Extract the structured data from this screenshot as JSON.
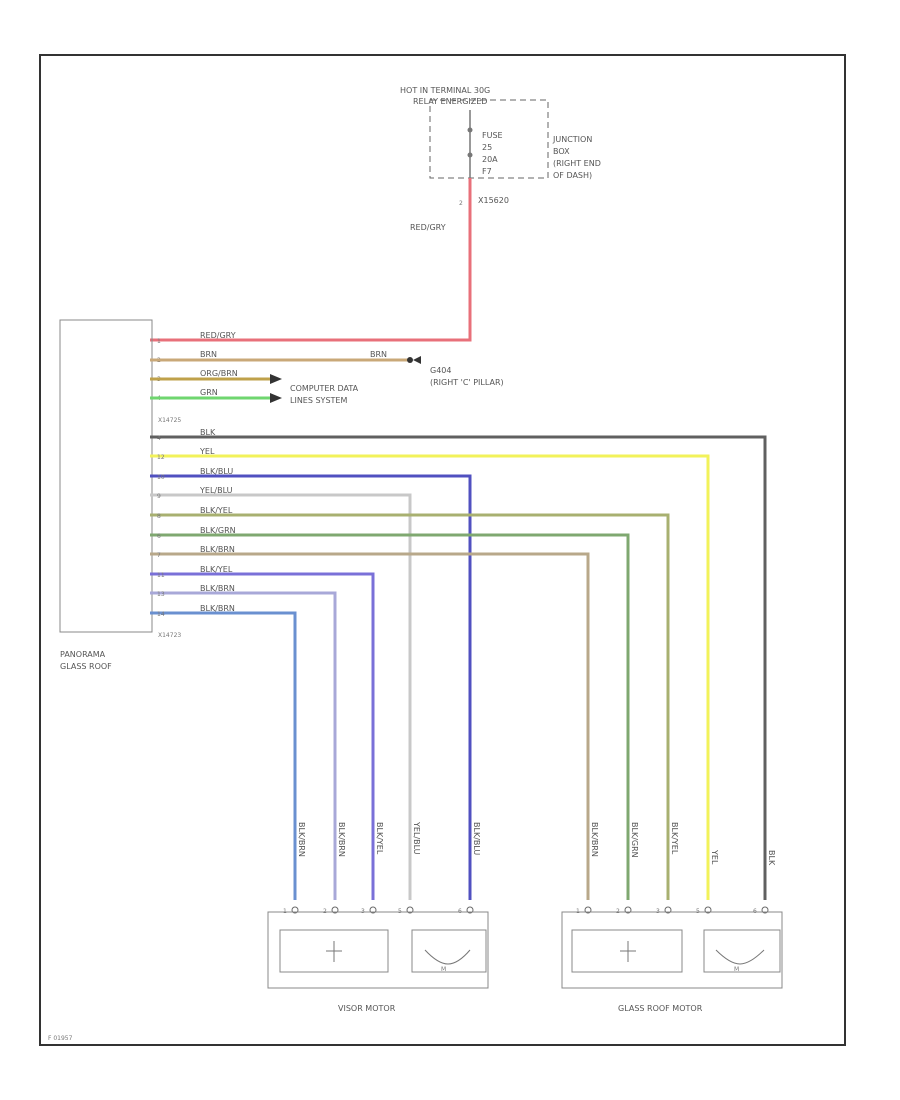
{
  "top": {
    "hot_line1": "HOT IN TERMINAL 30G",
    "hot_line2": "RELAY ENERGIZED",
    "fuse_line1": "FUSE",
    "fuse_line2": "25",
    "fuse_line3": "20A",
    "fuse_line4": "F7",
    "junction_line1": "JUNCTION",
    "junction_line2": "BOX",
    "junction_line3": "(RIGHT END",
    "junction_line4": "OF DASH)",
    "pin_label": "2",
    "connector_label": "X15620",
    "wire_label": "RED/GRY"
  },
  "module": {
    "name_line1": "PANORAMA",
    "name_line2": "GLASS ROOF",
    "conn1": "X14725",
    "conn2": "X14723"
  },
  "upper_wires": [
    {
      "pin": "1",
      "label": "RED/GRY",
      "color": "#e8707a"
    },
    {
      "pin": "2",
      "label": "BRN",
      "color": "#c9a878"
    },
    {
      "pin": "3",
      "label": "ORG/BRN",
      "color": "#bfa14a"
    },
    {
      "pin": "4",
      "label": "GRN",
      "color": "#6fd66f"
    }
  ],
  "ground": {
    "label": "BRN",
    "line1": "G404",
    "line2": "(RIGHT 'C' PILLAR)"
  },
  "can": {
    "line1": "COMPUTER DATA",
    "line2": "LINES SYSTEM"
  },
  "lower_wires": [
    {
      "pin": "4",
      "label": "BLK",
      "color": "#606060"
    },
    {
      "pin": "12",
      "label": "YEL",
      "color": "#f2f25a"
    },
    {
      "pin": "10",
      "label": "BLK/BLU",
      "color": "#5050c0"
    },
    {
      "pin": "9",
      "label": "YEL/BLU",
      "color": "#c8c8c8"
    },
    {
      "pin": "8",
      "label": "BLK/YEL",
      "color": "#a8b070"
    },
    {
      "pin": "6",
      "label": "BLK/GRN",
      "color": "#7fa870"
    },
    {
      "pin": "7",
      "label": "BLK/BRN",
      "color": "#b8a88a"
    },
    {
      "pin": "11",
      "label": "BLK/YEL",
      "color": "#7a70d8"
    },
    {
      "pin": "13",
      "label": "BLK/BRN",
      "color": "#a8a8d8"
    },
    {
      "pin": "14",
      "label": "BLK/BRN",
      "color": "#6a90d0"
    }
  ],
  "visor_motor": {
    "label": "VISOR MOTOR",
    "wire_labels": [
      "BLK/BRN",
      "BLK/BRN",
      "BLK/YEL",
      "YEL/BLU",
      "BLK/BLU"
    ],
    "pins": [
      "1",
      "2",
      "3",
      "5",
      "6"
    ],
    "motor": "M"
  },
  "glass_motor": {
    "label": "GLASS ROOF MOTOR",
    "wire_labels": [
      "BLK/BRN",
      "BLK/GRN",
      "BLK/YEL",
      "YEL",
      "BLK"
    ],
    "pins": [
      "1",
      "2",
      "3",
      "5",
      "6"
    ],
    "motor": "M"
  },
  "footer_code": "F 01957"
}
